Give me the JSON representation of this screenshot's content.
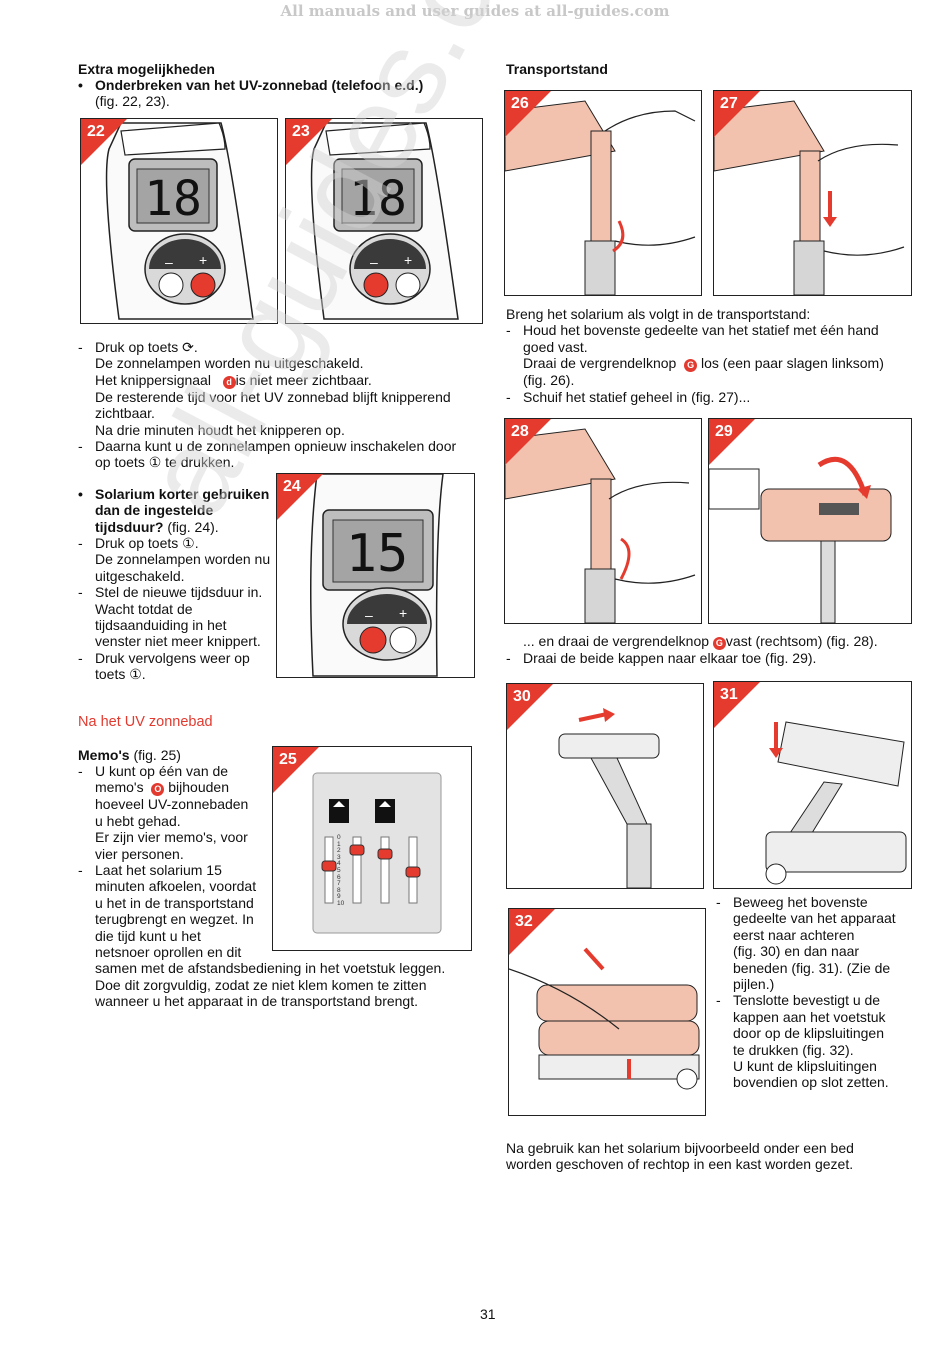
{
  "header_watermark": "All manuals and user guides at all-guides.com",
  "left": {
    "extra_heading": "Extra mogelijkheden",
    "interrupt_bullet": "•",
    "interrupt_title": "Onderbreken van het UV-zonnebad (telefoon e.d.)",
    "interrupt_ref": "(fig. 22, 23).",
    "figs_top": [
      {
        "num": "22",
        "display": "18"
      },
      {
        "num": "23",
        "display": "18"
      }
    ],
    "interrupt_steps": [
      {
        "dash": "-",
        "lines": [
          "Druk op toets ⟳.",
          "De zonnelampen worden nu uitgeschakeld."
        ]
      },
      {
        "dash": "",
        "lines": [
          "Het knippersignaal",
          "is niet meer zichtbaar."
        ]
      },
      {
        "dash": "",
        "lines": [
          "De resterende tijd voor het UV zonnebad blijft knipperend",
          "zichtbaar.",
          "Na drie minuten houdt het knipperen op."
        ]
      },
      {
        "dash": "-",
        "lines": [
          "Daarna kunt u de zonnelampen opnieuw inschakelen door",
          "op toets ① te drukken."
        ]
      }
    ],
    "circle_d": "d",
    "shorter_title_1": "Solarium korter gebruiken",
    "shorter_title_2": "dan de ingestelde",
    "shorter_title_3": "tijdsduur?",
    "shorter_ref": "(fig. 24).",
    "fig24": {
      "num": "24",
      "display": "15"
    },
    "shorter_steps": [
      {
        "dash": "-",
        "lines": [
          "Druk op toets ①.",
          "De zonnelampen worden nu",
          "uitgeschakeld."
        ]
      },
      {
        "dash": "-",
        "lines": [
          "Stel de nieuwe tijdsduur in.",
          "Wacht totdat de",
          "tijdsaanduiding in het",
          "venster niet meer knippert."
        ]
      },
      {
        "dash": "-",
        "lines": [
          "Druk vervolgens weer op",
          "toets ①."
        ]
      }
    ],
    "after_heading": "Na het UV zonnebad",
    "memo_title": "Memo's",
    "memo_ref": "(fig. 25)",
    "fig25": {
      "num": "25",
      "scale": [
        "0",
        "1",
        "2",
        "3",
        "4",
        "5",
        "6",
        "7",
        "8",
        "9",
        "10"
      ]
    },
    "memo_steps": [
      {
        "dash": "-",
        "lines": [
          "U kunt op één van de",
          "memo's",
          "bijhouden",
          "hoeveel UV-zonnebaden",
          "u hebt gehad.",
          "Er zijn vier memo's, voor",
          "vier personen."
        ]
      },
      {
        "dash": "-",
        "lines": [
          "Laat het solarium 15",
          "minuten afkoelen, voordat",
          "u het in de transportstand",
          "terugbrengt en wegzet. In",
          "die tijd kunt u het",
          "netsnoer oprollen en dit",
          "samen met de afstandsbediening in het voetstuk leggen.",
          "Doe dit zorgvuldig, zodat ze niet klem komen te zitten",
          "wanneer u het apparaat in de transportstand brengt."
        ]
      }
    ],
    "circle_o": "O"
  },
  "right": {
    "transport_heading": "Transportstand",
    "figs_row1": [
      "26",
      "27"
    ],
    "intro": "Breng het solarium als volgt in de transportstand:",
    "steps1": [
      {
        "dash": "-",
        "lines": [
          "Houd het bovenste gedeelte van het statief met één hand",
          "goed vast."
        ]
      },
      {
        "dash": "",
        "lines": [
          "Draai de vergrendelknop",
          "los (een paar slagen linksom)",
          "(fig. 26)."
        ]
      },
      {
        "dash": "-",
        "lines": [
          "Schuif het statief geheel in (fig. 27)..."
        ]
      }
    ],
    "circle_g": "G",
    "figs_row2": [
      "28",
      "29"
    ],
    "steps2_line1": "... en draai de vergrendelknop",
    "steps2_line1b": "vast (rechtsom) (fig. 28).",
    "steps2": [
      {
        "dash": "-",
        "lines": [
          "Draai de beide kappen naar elkaar toe (fig. 29)."
        ]
      }
    ],
    "figs_row3": [
      "30",
      "31"
    ],
    "fig32": "32",
    "steps3": [
      {
        "dash": "-",
        "lines": [
          "Beweeg het bovenste",
          "gedeelte van het apparaat",
          "eerst naar achteren",
          "(fig. 30) en dan naar",
          "beneden (fig. 31). (Zie de",
          "pijlen.)"
        ]
      },
      {
        "dash": "-",
        "lines": [
          "Tenslotte bevestigt u de",
          "kappen aan het voetstuk",
          "door op de klipsluitingen",
          "te drukken (fig.  32).",
          "U kunt de klipsluitingen",
          "bovendien op slot zetten."
        ]
      }
    ],
    "closing": [
      "Na gebruik kan het solarium bijvoorbeeld onder een bed",
      "worden geschoven of rechtop in een kast worden gezet."
    ]
  },
  "page_number": "31",
  "diagonal_watermark": "all-guides.com",
  "colors": {
    "accent": "#e53b2f",
    "skin": "#f3c2ae"
  }
}
